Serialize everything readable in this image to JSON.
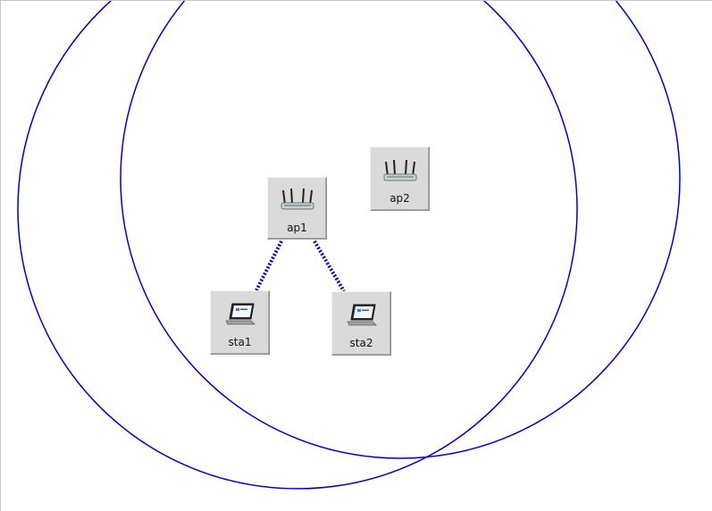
{
  "canvas": {
    "range_color": "#0000c8",
    "link_color": "#0000c8"
  },
  "nodes": {
    "ap1": {
      "label": "ap1",
      "type": "access-point",
      "icon": "router-icon"
    },
    "ap2": {
      "label": "ap2",
      "type": "access-point",
      "icon": "router-icon"
    },
    "sta1": {
      "label": "sta1",
      "type": "station",
      "icon": "laptop-icon"
    },
    "sta2": {
      "label": "sta2",
      "type": "station",
      "icon": "laptop-icon"
    }
  },
  "links": [
    {
      "from": "ap1",
      "to": "sta1",
      "style": "dotted"
    },
    {
      "from": "ap1",
      "to": "sta2",
      "style": "dotted"
    }
  ]
}
